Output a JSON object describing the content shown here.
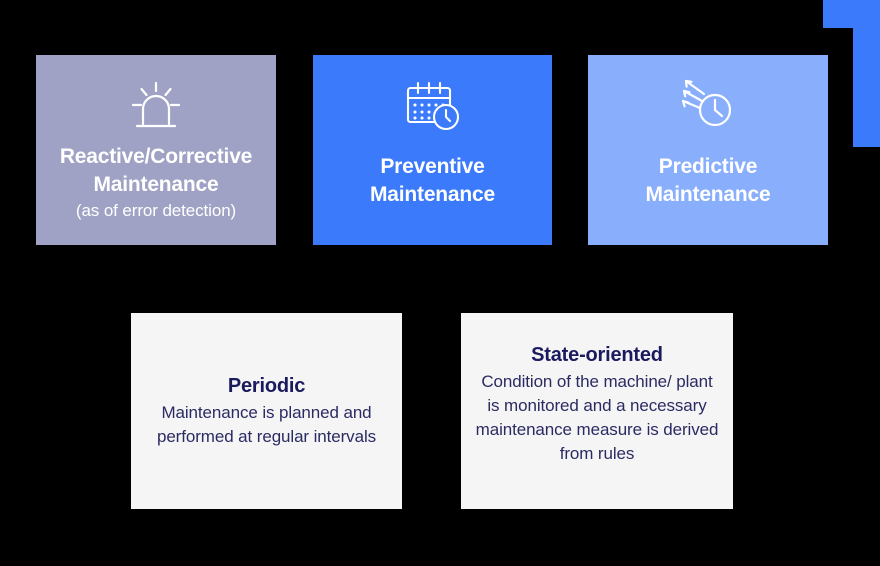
{
  "theme": {
    "background": "#000000",
    "card_reactive_bg": "#9FA2C4",
    "card_preventive_bg": "#3B7AFA",
    "card_predictive_bg": "#88AEFC",
    "card_bottom_bg": "#F5F5F5",
    "card_top_text": "#FFFFFF",
    "bottom_title_text": "#1A1A5E",
    "bottom_body_text": "#2B2B63",
    "decoration_color": "#3B7AFA"
  },
  "top_row": [
    {
      "id": "reactive",
      "icon": "alarm-siren-icon",
      "title_line1": "Reactive/Corrective",
      "title_line2": "Maintenance",
      "subtitle": "(as of error detection)"
    },
    {
      "id": "preventive",
      "icon": "calendar-clock-icon",
      "title_line1": "Preventive",
      "title_line2": "Maintenance",
      "subtitle": ""
    },
    {
      "id": "predictive",
      "icon": "clock-arrows-icon",
      "title_line1": "Predictive",
      "title_line2": "Maintenance",
      "subtitle": ""
    }
  ],
  "bottom_row": [
    {
      "id": "periodic",
      "title": "Periodic",
      "body": "Maintenance is planned and performed at regular intervals"
    },
    {
      "id": "state-oriented",
      "title": "State-oriented",
      "body": "Condition of the machine/ plant is monitored and a necessary maintenance measure is derived from rules"
    }
  ]
}
